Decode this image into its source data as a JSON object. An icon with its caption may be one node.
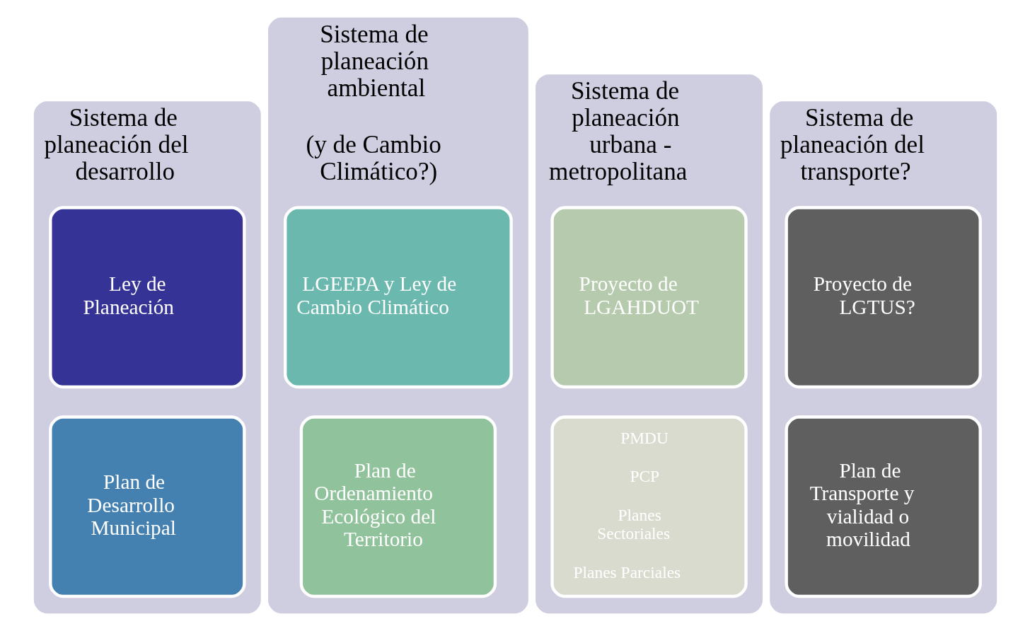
{
  "diagram": {
    "nodes": [
      {
        "text": [
          "Sistema de planeación del desarrollo"
        ]
      },
      {
        "text": [
          "Ley de Planeación"
        ],
        "in": 0
      },
      {
        "text": [
          "Plan de Desarrollo Municipal"
        ],
        "in": 0
      },
      {
        "text": [
          "Sistema de planeación ambiental",
          "(y de Cambio Climático?)"
        ]
      },
      {
        "text": [
          "LGEEPA y Ley de Cambio Climático"
        ],
        "in": 3
      },
      {
        "text": [
          "Plan de Ordenamiento Ecológico del Territorio"
        ],
        "in": 3
      },
      {
        "text": [
          "Sistema de planeación urbana - metropolitana"
        ]
      },
      {
        "text": [
          "Proyecto de LGAHDUOT"
        ],
        "in": 6
      },
      {
        "text": [
          "PMDU",
          "PCP",
          "Planes Sectoriales",
          "Planes Parciales"
        ],
        "in": 6
      },
      {
        "text": [
          "Sistema de planeación del transporte?"
        ]
      },
      {
        "text": [
          "Proyecto de LGTUS?"
        ],
        "in": 9
      },
      {
        "text": [
          "Plan de Transporte y vialidad o movilidad"
        ],
        "in": 9
      }
    ],
    "edges": []
  }
}
